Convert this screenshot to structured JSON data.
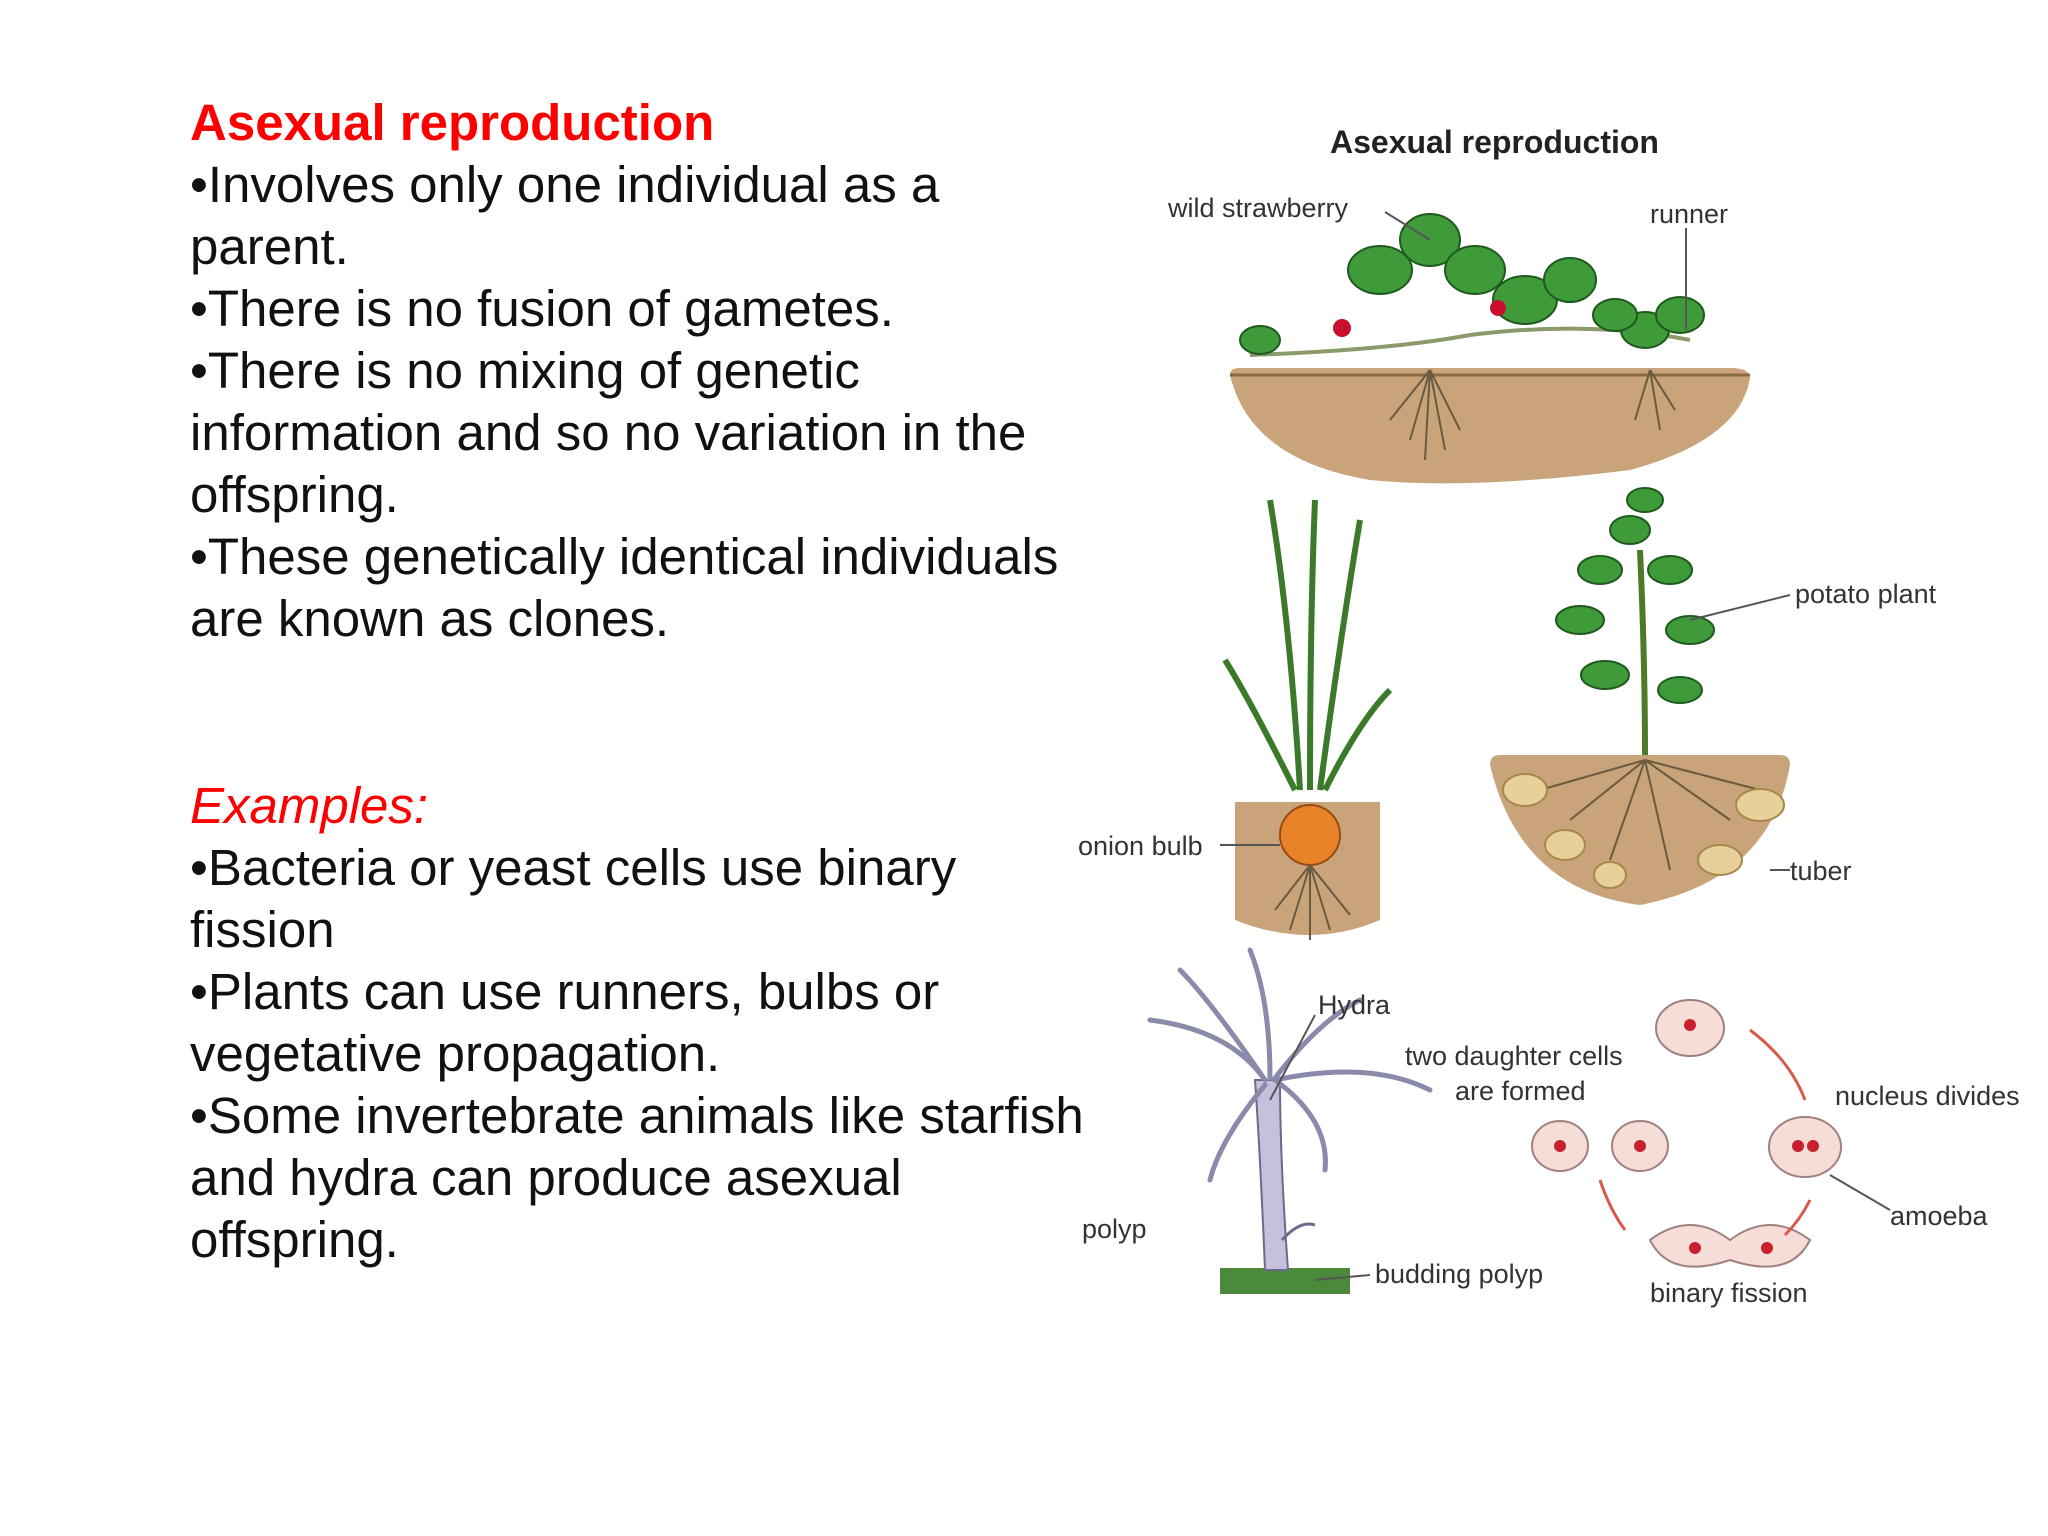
{
  "colors": {
    "accent": "#ff0000",
    "text": "#111111"
  },
  "left": {
    "heading": "Asexual reproduction",
    "bullets": [
      "•Involves only one individual as a parent.",
      "•There is no fusion of gametes.",
      "•There is no mixing of genetic information and so no variation in the offspring.",
      "•These genetically identical individuals are known as clones."
    ],
    "examples_heading": "Examples:",
    "examples": [
      "•Bacteria or yeast cells use binary fission",
      "•Plants can use runners, bulbs or vegetative propagation.",
      "•Some invertebrate animals like starfish and hydra can produce asexual offspring."
    ]
  },
  "diagram": {
    "title": "Asexual reproduction",
    "labels": {
      "wild_strawberry": "wild strawberry",
      "runner": "runner",
      "potato_plant": "potato plant",
      "onion_bulb": "onion bulb",
      "tuber": "tuber",
      "hydra": "Hydra",
      "two_daughter_cells_1": "two daughter cells",
      "two_daughter_cells_2": "are formed",
      "nucleus_divides": "nucleus divides",
      "polyp": "polyp",
      "amoeba": "amoeba",
      "budding_polyp": "budding polyp",
      "binary_fission": "binary fission"
    }
  }
}
